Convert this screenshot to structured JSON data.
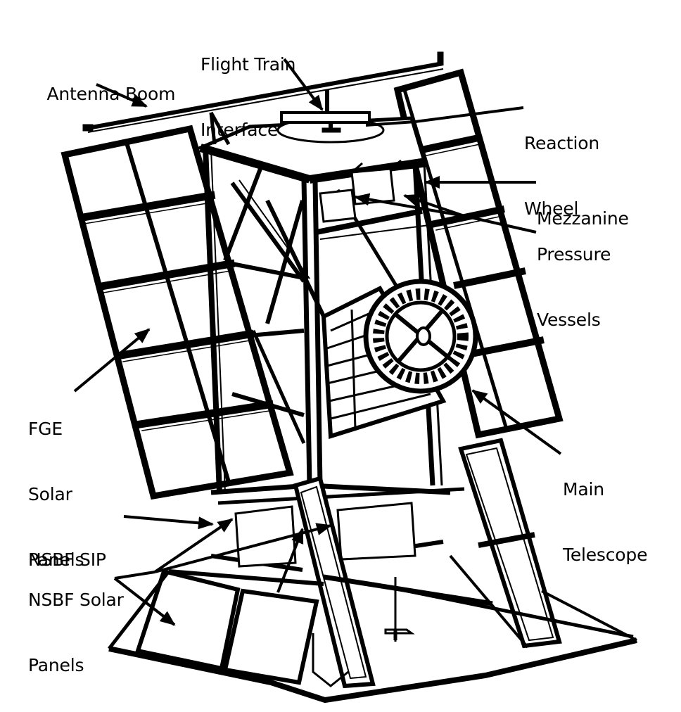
{
  "diagram": {
    "subject": "Balloon-borne telescope gondola",
    "colors": {
      "ink": "#000000",
      "background": "#ffffff"
    },
    "labels": [
      {
        "id": "antenna-boom",
        "lines": [
          "Antenna Boom"
        ]
      },
      {
        "id": "flight-train-interface",
        "lines": [
          "Flight Train",
          "Interface"
        ]
      },
      {
        "id": "reaction-wheel",
        "lines": [
          "Reaction",
          "Wheel"
        ]
      },
      {
        "id": "mezzanine",
        "lines": [
          "Mezzanine"
        ]
      },
      {
        "id": "pressure-vessels",
        "lines": [
          "Pressure",
          "Vessels"
        ]
      },
      {
        "id": "fge-solar-panels",
        "lines": [
          "FGE",
          "Solar",
          "Panels"
        ]
      },
      {
        "id": "main-telescope",
        "lines": [
          "Main",
          "Telescope"
        ]
      },
      {
        "id": "nsbf-sip",
        "lines": [
          "NSBF SIP"
        ]
      },
      {
        "id": "nsbf-solar-panels",
        "lines": [
          "NSBF Solar",
          "Panels"
        ]
      }
    ]
  }
}
